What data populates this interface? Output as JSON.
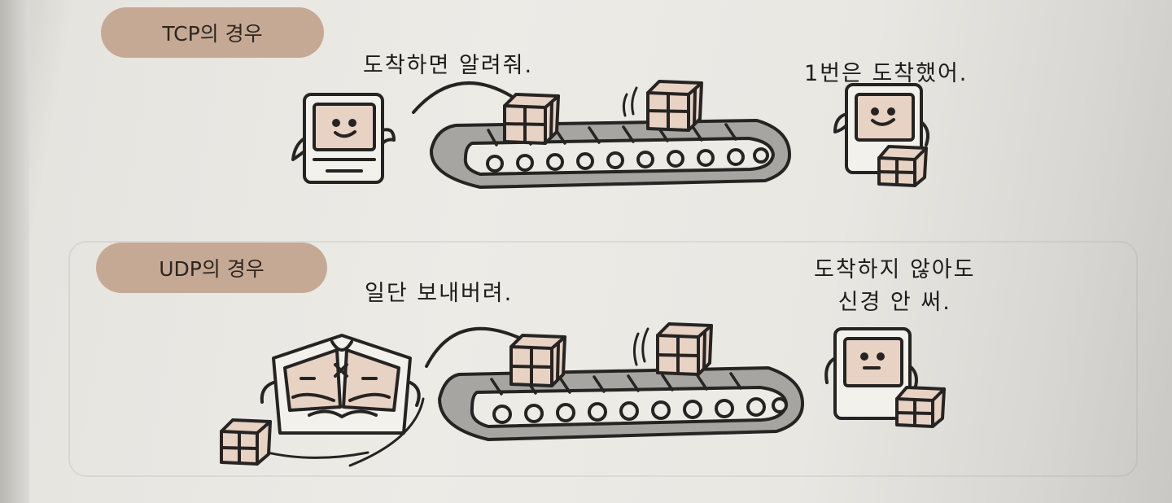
{
  "labels": {
    "tcp": "TCP의 경우",
    "udp": "UDP의 경우"
  },
  "speech": {
    "tcp_sender": "도착하면 알려줘.",
    "tcp_receiver": "1번은 도착했어.",
    "udp_sender": "일단 보내버려.",
    "udp_receiver_line1": "도착하지 않아도",
    "udp_receiver_line2": "신경 안 써."
  },
  "colors": {
    "label_bg": "#c6a994",
    "screen_fill": "#e8d2c4",
    "ink": "#262423",
    "belt_fill": "#a7a5a2"
  }
}
